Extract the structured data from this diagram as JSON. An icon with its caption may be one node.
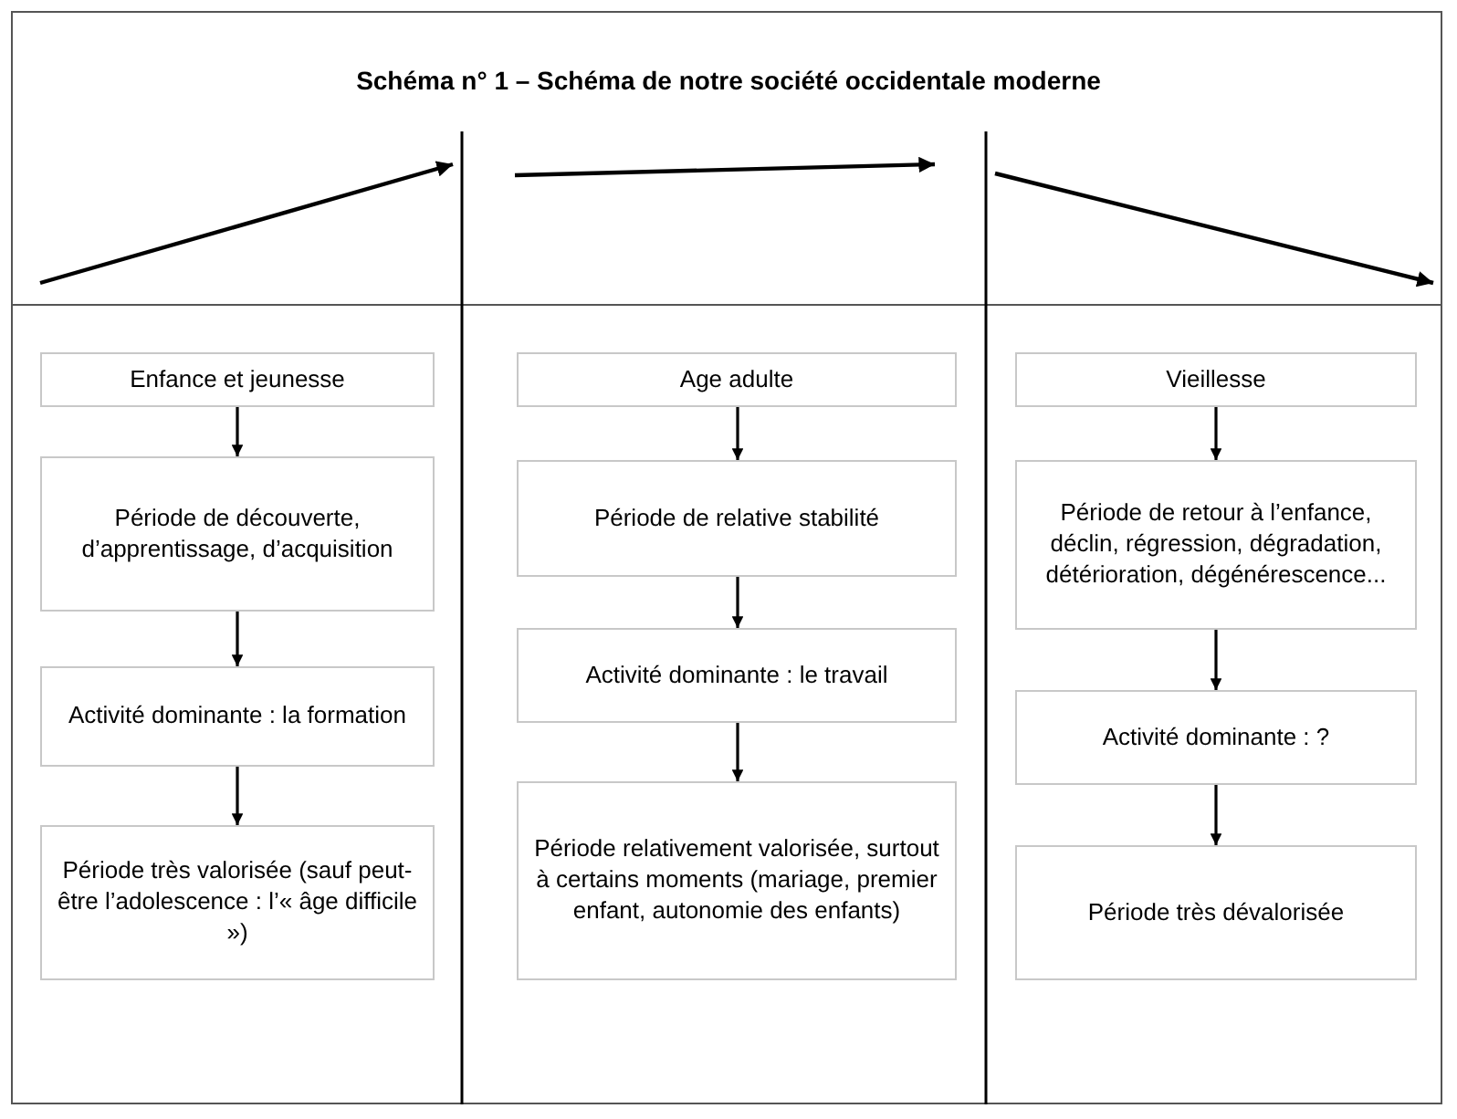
{
  "diagram": {
    "title": "Schéma n° 1 – Schéma de notre société occidentale moderne",
    "nodes": [
      {
        "text": [
          "Enfance et jeunesse"
        ]
      },
      {
        "text": [
          "Période de découverte, d’apprentissage, d’acquisition"
        ]
      },
      {
        "text": [
          "Activité dominante : la formation"
        ]
      },
      {
        "text": [
          "Période très valorisée (sauf peut-être l’adolescence : l’« âge difficile »)"
        ]
      },
      {
        "text": [
          "Age adulte"
        ]
      },
      {
        "text": [
          "Période de relative stabilité"
        ]
      },
      {
        "text": [
          "Activité dominante : le travail"
        ]
      },
      {
        "text": [
          "Période relativement valorisée, surtout à certains moments (mariage, premier enfant, autonomie des enfants)"
        ]
      },
      {
        "text": [
          "Vieillesse"
        ]
      },
      {
        "text": [
          "Période de retour à l’enfance, déclin, régression, dégradation, détérioration, dégénérescence..."
        ]
      },
      {
        "text": [
          "Activité dominante : ?"
        ]
      },
      {
        "text": [
          "Période très dévalorisée"
        ]
      }
    ],
    "edges": [
      {
        "from": 0,
        "to": 1,
        "arrow": "to"
      },
      {
        "from": 1,
        "to": 2,
        "arrow": "to"
      },
      {
        "from": 2,
        "to": 3,
        "arrow": "to"
      },
      {
        "from": 4,
        "to": 5,
        "arrow": "to"
      },
      {
        "from": 5,
        "to": 6,
        "arrow": "to"
      },
      {
        "from": 6,
        "to": 7,
        "arrow": "to"
      },
      {
        "from": 8,
        "to": 9,
        "arrow": "to"
      },
      {
        "from": 9,
        "to": 10,
        "arrow": "to"
      },
      {
        "from": 10,
        "to": 11,
        "arrow": "to"
      }
    ]
  }
}
